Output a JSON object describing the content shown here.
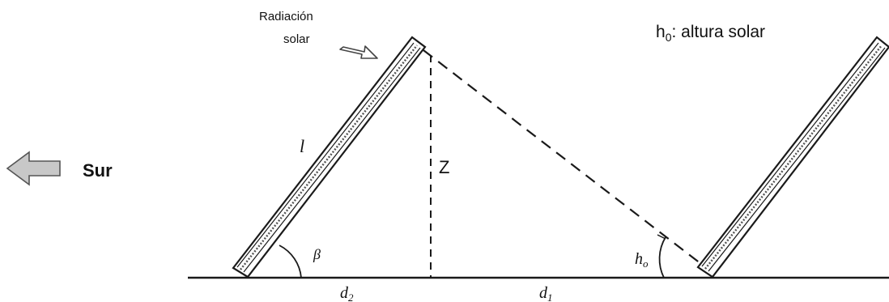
{
  "labels": {
    "radiation_line1": "Radiación",
    "radiation_line2": "solar",
    "legend_symbol": "h",
    "legend_subscript": "0",
    "legend_text": ": altura solar",
    "south": "Sur",
    "panel_length": "l",
    "tilt_angle": "β",
    "height": "Z",
    "sun_angle": "h",
    "sun_angle_sub": "o",
    "distance_2": "d",
    "distance_2_sub": "2",
    "distance_1": "d",
    "distance_1_sub": "1"
  },
  "icons": {
    "south_direction": "arrow-left-icon",
    "radiation": "arrow-down-right-icon"
  },
  "colors": {
    "line": "#1a1a1a",
    "arrow_fill": "#c8c8c8"
  }
}
